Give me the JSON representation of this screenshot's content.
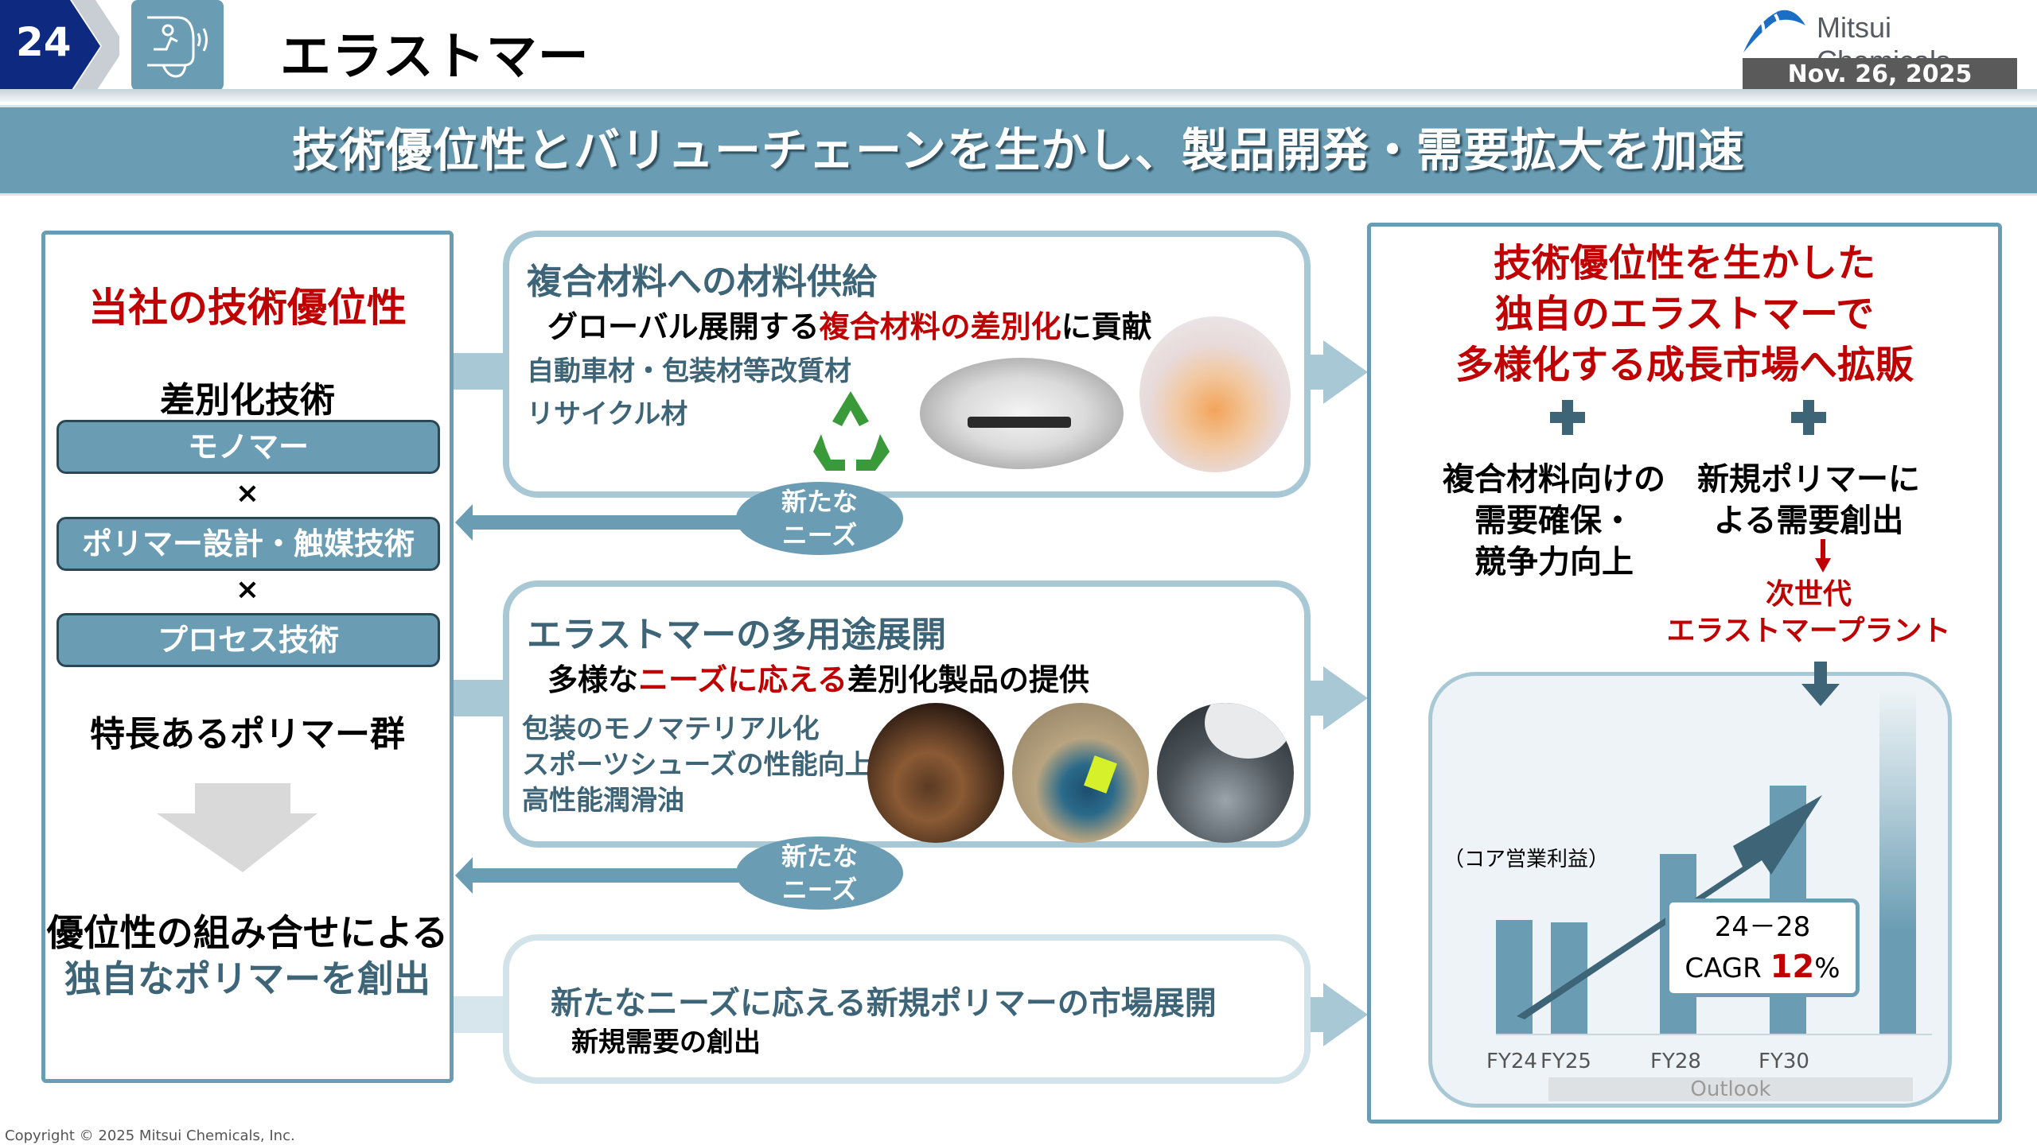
{
  "header": {
    "page_number": "24",
    "category_icon": "autonomous-vehicle-icon",
    "title": "エラストマー",
    "logo_text": "Mitsui Chemicals",
    "date": "Nov. 26, 2025"
  },
  "banner": {
    "text": "技術優位性とバリューチェーンを生かし、製品開発・需要拡大を加速"
  },
  "left_panel": {
    "title": "当社の技術優位性",
    "subtitle": "差別化技術",
    "technologies": [
      "モノマー",
      "ポリマー設計・触媒技術",
      "プロセス技術"
    ],
    "operator": "×",
    "feature": "特長あるポリマー群",
    "result_line1": "優位性の組み合せによる",
    "result_line2": "独自なポリマーを創出"
  },
  "middle": {
    "boxes": [
      {
        "title": "複合材料への材料供給",
        "sub_prefix": "グローバル展開する",
        "sub_highlight": "複合材料の差別化",
        "sub_suffix": "に貢献",
        "items": [
          "自動車材・包装材等改質材",
          "リサイクル材"
        ],
        "images": [
          "recycle-icon",
          "car-bumper-photo",
          "food-cup-photo"
        ]
      },
      {
        "title": "エラストマーの多用途展開",
        "sub_prefix": "多様な",
        "sub_highlight": "ニーズに応える",
        "sub_suffix": "差別化製品の提供",
        "items": [
          "包装のモノマテリアル化",
          "スポーツシューズの性能向上",
          "高性能潤滑油"
        ],
        "images": [
          "coffee-pouch-photo",
          "sports-shoe-photo",
          "lubricant-oil-photo"
        ]
      },
      {
        "title": "新たなニーズに応える新規ポリマーの市場展開",
        "sub": "新規需要の創出"
      }
    ],
    "needs_label_line1": "新たな",
    "needs_label_line2": "ニーズ"
  },
  "right_panel": {
    "title_lines": [
      "技術優位性を生かした",
      "独自のエラストマーで",
      "多様化する成長市場へ拡販"
    ],
    "col1_lines": [
      "複合材料向けの",
      "需要確保・",
      "競争力向上"
    ],
    "col2_lines": [
      "新規ポリマーに",
      "よる需要創出"
    ],
    "col2_result_lines": [
      "次世代",
      "エラストマープラント"
    ]
  },
  "chart_data": {
    "type": "bar",
    "title": "",
    "ylabel": "（コア営業利益）",
    "xlabel": "",
    "categories": [
      "FY24",
      "FY25",
      "FY28",
      "FY30",
      ""
    ],
    "values": [
      30,
      29,
      47,
      63,
      80
    ],
    "notes": "Values are relative bar heights (no axis scale shown); last bar is a gradient-faded unlabeled future bar",
    "outlook_label": "Outlook",
    "annotation": {
      "period": "24－28",
      "cagr_label": "CAGR",
      "cagr_value": "12",
      "cagr_unit": "%"
    },
    "grid": false,
    "legend": null
  },
  "footer": {
    "copyright": "Copyright © 2025 Mitsui Chemicals, Inc."
  },
  "colors": {
    "accent_blue": "#6a9db3",
    "dark_teal": "#3d6577",
    "light_blue": "#a9c8d5",
    "red": "#c00000",
    "navy": "#0a2a7a"
  }
}
